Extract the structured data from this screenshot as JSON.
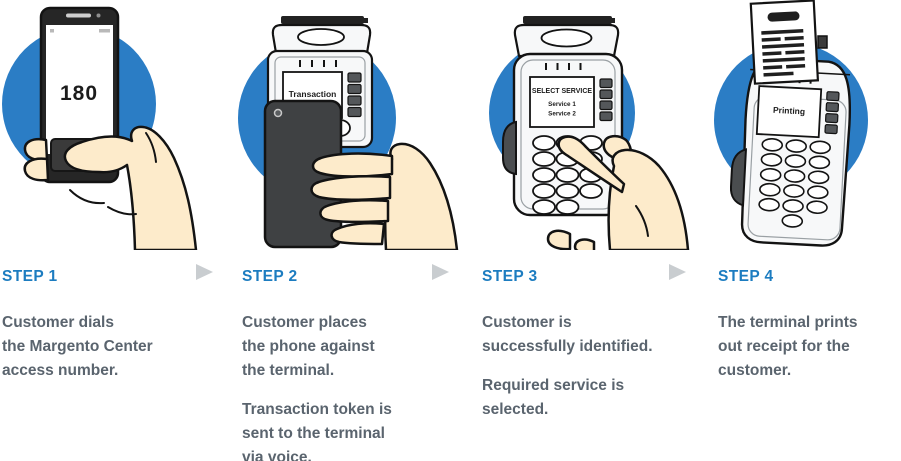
{
  "palette": {
    "circle-blue": "#2b7dc5",
    "step-blue": "#1c7cc0",
    "text-gray": "#5a646e",
    "arrow-gray": "#c9cdd0",
    "skin": "#fdebcb",
    "outline": "#131313",
    "terminal-body": "#f7f8f9",
    "button-gray": "#54575a"
  },
  "steps": [
    {
      "title": "STEP 1",
      "illustration": "hand-holding-phone-dialing",
      "screen": {
        "display": "180"
      },
      "p1": "Customer dials\nthe Margento Center\naccess number."
    },
    {
      "title": "STEP 2",
      "illustration": "phone-held-against-terminal",
      "screen": {
        "display": "Transaction"
      },
      "p1": "Customer places\nthe phone against\nthe terminal.",
      "p2": "Transaction token is\nsent to the terminal\nvia voice."
    },
    {
      "title": "STEP 3",
      "illustration": "hand-holding-terminal-service-menu",
      "screen": {
        "heading": "SELECT SERVICE",
        "option1": "Service 1",
        "option2": "Service 2"
      },
      "p1": "Customer is\nsuccessfully identified.",
      "p2": "Required service is\nselected."
    },
    {
      "title": "STEP 4",
      "illustration": "terminal-printing-receipt",
      "screen": {
        "display": "Printing"
      },
      "p1": "The terminal prints\nout receipt for the\ncustomer."
    }
  ]
}
